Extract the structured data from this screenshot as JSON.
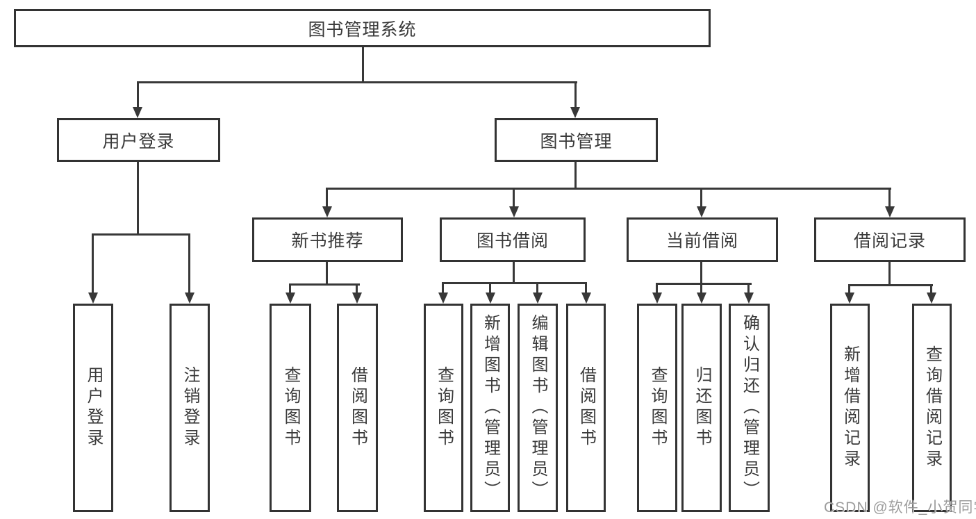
{
  "diagram_type": "tree",
  "tree": {
    "label": "图书管理系统",
    "children": [
      {
        "label": "用户登录",
        "children": [
          {
            "label": "用户登录"
          },
          {
            "label": "注销登录"
          }
        ]
      },
      {
        "label": "图书管理",
        "children": [
          {
            "label": "新书推荐",
            "children": [
              {
                "label": "查询图书"
              },
              {
                "label": "借阅图书"
              }
            ]
          },
          {
            "label": "图书借阅",
            "children": [
              {
                "label": "查询图书"
              },
              {
                "label": "新增图书（管理员）"
              },
              {
                "label": "编辑图书（管理员）"
              },
              {
                "label": "借阅图书"
              }
            ]
          },
          {
            "label": "当前借阅",
            "children": [
              {
                "label": "查询图书"
              },
              {
                "label": "归还图书"
              },
              {
                "label": "确认归还（管理员）"
              }
            ]
          },
          {
            "label": "借阅记录",
            "children": [
              {
                "label": "新增借阅记录"
              },
              {
                "label": "查询借阅记录"
              }
            ]
          }
        ]
      }
    ]
  },
  "watermark": "CSDN @软件_小贺同学",
  "colors": {
    "line": "#383838",
    "box_border": "#333333",
    "text": "#3a3a3a",
    "watermark": "#949494",
    "background": "#ffffff"
  }
}
